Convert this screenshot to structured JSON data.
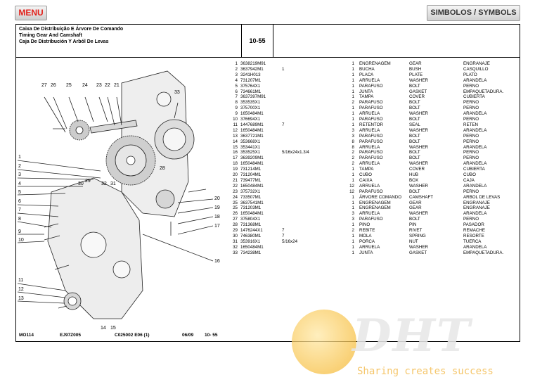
{
  "toolbar": {
    "menu_label": "MENU",
    "symbols_label": "SIMBOLOS / SYMBOLS"
  },
  "header": {
    "title_pt": "Caixa De Distribuição E Árvore De Comando",
    "title_en": "Timing Gear And Camshaft",
    "title_es": "Caja De Distribución Y Arból De Levas",
    "section_code": "10-55"
  },
  "drawing": {
    "callouts": [
      "27",
      "26",
      "25",
      "24",
      "23",
      "22",
      "21",
      "33",
      "1",
      "2",
      "3",
      "4",
      "5",
      "6",
      "7",
      "8",
      "9",
      "10",
      "11",
      "12",
      "13",
      "14",
      "15",
      "16",
      "17",
      "18",
      "19",
      "20",
      "28",
      "29",
      "30",
      "31",
      "32"
    ]
  },
  "parts": [
    {
      "no": "1",
      "pn": "3638219M91",
      "note": "",
      "qty": "1",
      "pt": "ENGRENAGEM",
      "en": "GEAR",
      "es": "ENGRANAJE"
    },
    {
      "no": "2",
      "pn": "3637942M1",
      "note": "1",
      "qty": "1",
      "pt": "BUCHA",
      "en": "BUSH",
      "es": "CASQUILLO"
    },
    {
      "no": "3",
      "pn": "3241H013",
      "note": "",
      "qty": "1",
      "pt": "PLACA",
      "en": "PLATE",
      "es": "PLATO"
    },
    {
      "no": "4",
      "pn": "731207M1",
      "note": "",
      "qty": "1",
      "pt": "ARRUELA",
      "en": "WASHER",
      "es": "ARANDELA"
    },
    {
      "no": "5",
      "pn": "375764X1",
      "note": "",
      "qty": "1",
      "pt": "PARAFUSO",
      "en": "BOLT",
      "es": "PERNO"
    },
    {
      "no": "6",
      "pn": "734661M1",
      "note": "",
      "qty": "1",
      "pt": "JUNTA",
      "en": "GASKET",
      "es": "EMPAQUETADURA."
    },
    {
      "no": "7",
      "pn": "3637397M91",
      "note": "",
      "qty": "1",
      "pt": "TAMPA",
      "en": "COVER",
      "es": "CUBIERTA"
    },
    {
      "no": "8",
      "pn": "353535X1",
      "note": "",
      "qty": "2",
      "pt": "PARAFUSO",
      "en": "BOLT",
      "es": "PERNO"
    },
    {
      "no": "9",
      "pn": "375700X1",
      "note": "",
      "qty": "1",
      "pt": "PARAFUSO",
      "en": "BOLT",
      "es": "PERNO"
    },
    {
      "no": "9",
      "pn": "1650484M1",
      "note": "",
      "qty": "1",
      "pt": "ARRUELA",
      "en": "WASHER",
      "es": "ARANDELA"
    },
    {
      "no": "10",
      "pn": "376694X1",
      "note": "",
      "qty": "1",
      "pt": "PARAFUSO",
      "en": "BOLT",
      "es": "PERNO"
    },
    {
      "no": "11",
      "pn": "1447689M1",
      "note": "7",
      "qty": "1",
      "pt": "RETENTOR",
      "en": "SEAL",
      "es": "RETEN"
    },
    {
      "no": "12",
      "pn": "1650484M1",
      "note": "",
      "qty": "3",
      "pt": "ARRUELA",
      "en": "WASHER",
      "es": "ARANDELA"
    },
    {
      "no": "13",
      "pn": "3637721M1",
      "note": "",
      "qty": "3",
      "pt": "PARAFUSO",
      "en": "BOLT",
      "es": "PERNO"
    },
    {
      "no": "14",
      "pn": "353668X1",
      "note": "",
      "qty": "8",
      "pt": "PARAFUSO",
      "en": "BOLT",
      "es": "PERNO"
    },
    {
      "no": "15",
      "pn": "353441X1",
      "note": "",
      "qty": "8",
      "pt": "ARRUELA",
      "en": "WASHER",
      "es": "ARANDELA"
    },
    {
      "no": "16",
      "pn": "353525X1",
      "note": "5/16x24x1.3/4",
      "qty": "2",
      "pt": "PARAFUSO",
      "en": "BOLT",
      "es": "PERNO"
    },
    {
      "no": "17",
      "pn": "3639209M1",
      "note": "",
      "qty": "2",
      "pt": "PARAFUSO",
      "en": "BOLT",
      "es": "PERNO"
    },
    {
      "no": "18",
      "pn": "1650484M1",
      "note": "",
      "qty": "2",
      "pt": "ARRUELA",
      "en": "WASHER",
      "es": "ARANDELA"
    },
    {
      "no": "19",
      "pn": "731214M1",
      "note": "",
      "qty": "1",
      "pt": "TAMPA",
      "en": "COVER",
      "es": "CUBIERTA"
    },
    {
      "no": "20",
      "pn": "731204M1",
      "note": "",
      "qty": "1",
      "pt": "CUBO",
      "en": "HUB",
      "es": "CUBO"
    },
    {
      "no": "21",
      "pn": "739477M1",
      "note": "",
      "qty": "1",
      "pt": "CAIXA",
      "en": "BOX",
      "es": "CAJA"
    },
    {
      "no": "22",
      "pn": "1650484M1",
      "note": "",
      "qty": "12",
      "pt": "ARRUELA",
      "en": "WASHER",
      "es": "ARANDELA"
    },
    {
      "no": "23",
      "pn": "375732X1",
      "note": "",
      "qty": "12",
      "pt": "PARAFUSO",
      "en": "BOLT",
      "es": "PERNO"
    },
    {
      "no": "24",
      "pn": "733507M1",
      "note": "",
      "qty": "1",
      "pt": "ÁRVORE COMANDO",
      "en": "CAMSHAFT",
      "es": "ARBOL DE LEVAS"
    },
    {
      "no": "25",
      "pn": "3637541M1",
      "note": "",
      "qty": "1",
      "pt": "ENGRENAGEM",
      "en": "GEAR",
      "es": "ENGRANAJE"
    },
    {
      "no": "25",
      "pn": "731203M1",
      "note": "",
      "qty": "1",
      "pt": "ENGRENAGEM",
      "en": "GEAR",
      "es": "ENGRANAJE"
    },
    {
      "no": "26",
      "pn": "1650484M1",
      "note": "",
      "qty": "3",
      "pt": "ARRUELA",
      "en": "WASHER",
      "es": "ARANDELA"
    },
    {
      "no": "27",
      "pn": "375804X1",
      "note": "",
      "qty": "3",
      "pt": "PARAFUSO",
      "en": "BOLT",
      "es": "PERNO"
    },
    {
      "no": "28",
      "pn": "731368M1",
      "note": "",
      "qty": "1",
      "pt": "PINO",
      "en": "PIN",
      "es": "PASADOR"
    },
    {
      "no": "29",
      "pn": "1476244X1",
      "note": "7",
      "qty": "2",
      "pt": "REBITE",
      "en": "RIVET",
      "es": "REMACHE"
    },
    {
      "no": "30",
      "pn": "746380M1",
      "note": "7",
      "qty": "1",
      "pt": "MOLA",
      "en": "SPRING",
      "es": "RESORTE"
    },
    {
      "no": "31",
      "pn": "353916X1",
      "note": "5/16x24",
      "qty": "1",
      "pt": "PORCA",
      "en": "NUT",
      "es": "TUERCA"
    },
    {
      "no": "32",
      "pn": "1650484M1",
      "note": "",
      "qty": "1",
      "pt": "ARRUELA",
      "en": "WASHER",
      "es": "ARANDELA"
    },
    {
      "no": "33",
      "pn": "734238M1",
      "note": "",
      "qty": "1",
      "pt": "JUNTA",
      "en": "GASKET",
      "es": "EMPAQUETADURA."
    }
  ],
  "footer": {
    "model": "MO114",
    "ref": "EJ97Z005",
    "code": "C025002  E06   (1)",
    "date": "06/09",
    "page": "10- 55"
  },
  "watermark": {
    "logo_text": "DHT",
    "tagline": "Sharing creates success"
  }
}
